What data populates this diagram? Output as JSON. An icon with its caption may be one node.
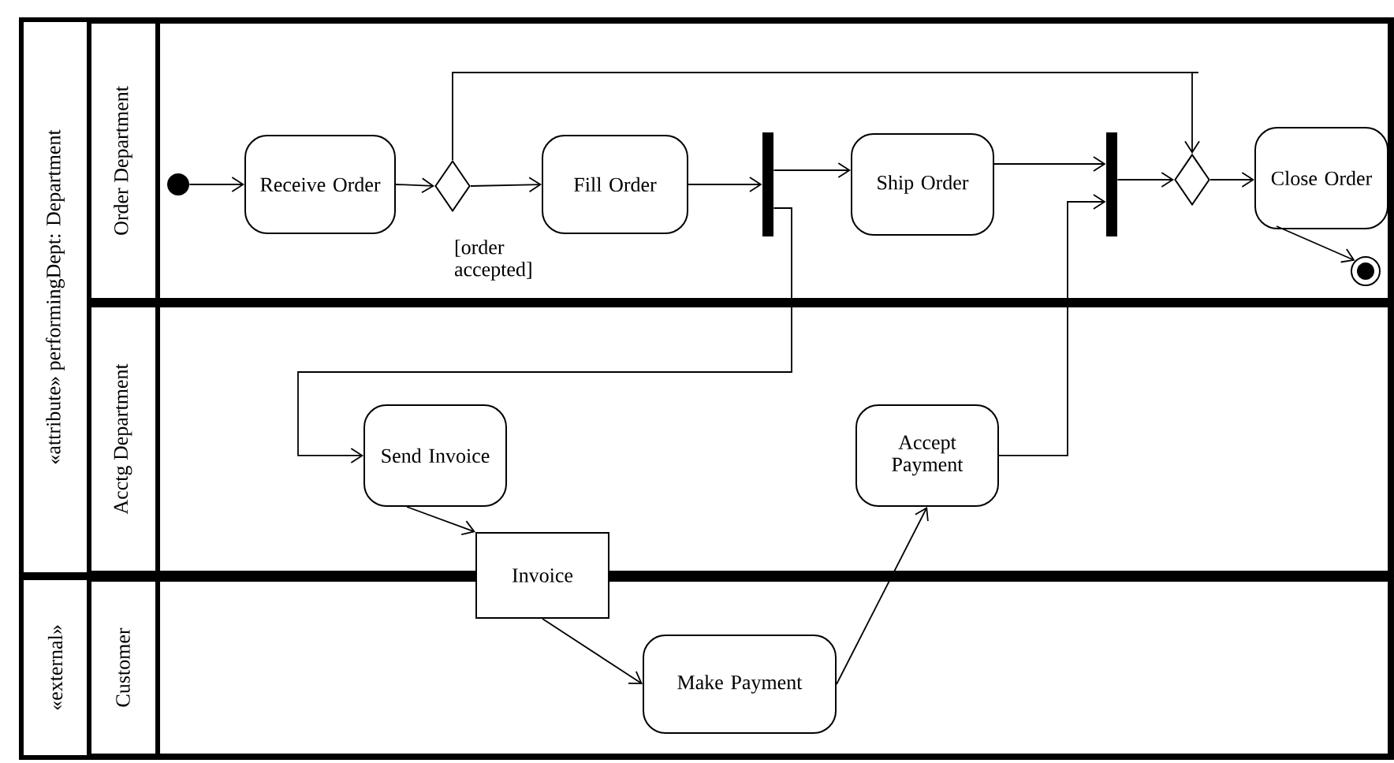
{
  "diagram": {
    "nodes": [
      {
        "text": [
          "«attribute» performingDept: Department"
        ]
      },
      {
        "text": [
          "Order Department"
        ],
        "in": 0
      },
      {
        "text": [
          "Acctg Department"
        ],
        "in": 0
      },
      {
        "text": [
          "«external»"
        ]
      },
      {
        "text": [
          "Customer"
        ],
        "in": 3
      },
      {
        "text": [],
        "shape": "circle",
        "in": 1
      },
      {
        "text": [
          "Receive Order"
        ],
        "in": 1
      },
      {
        "text": [],
        "shape": "diamond",
        "in": 1
      },
      {
        "text": [
          "Fill Order"
        ],
        "in": 1
      },
      {
        "text": [],
        "shape": "bar",
        "in": 1
      },
      {
        "text": [
          "Ship Order"
        ],
        "in": 1
      },
      {
        "text": [],
        "shape": "bar",
        "in": 1
      },
      {
        "text": [],
        "shape": "diamond",
        "in": 1
      },
      {
        "text": [
          "Close Order"
        ],
        "in": 1
      },
      {
        "text": [],
        "shape": "bullseye",
        "in": 1
      },
      {
        "text": [
          "Send Invoice"
        ],
        "in": 2
      },
      {
        "text": [
          "Accept Payment"
        ],
        "in": 2
      },
      {
        "text": [
          "Invoice"
        ]
      },
      {
        "text": [
          "Make Payment"
        ],
        "in": 4
      }
    ],
    "edges": [
      {
        "from": 5,
        "to": 6,
        "arrow": "to"
      },
      {
        "from": 6,
        "to": 7,
        "arrow": "to"
      },
      {
        "from": 7,
        "to": 8,
        "arrow": "to",
        "label": "[order accepted]"
      },
      {
        "from": 7,
        "to": 12,
        "arrow": "to"
      },
      {
        "from": 8,
        "to": 9,
        "arrow": "to"
      },
      {
        "from": 9,
        "to": 10,
        "arrow": "to"
      },
      {
        "from": 9,
        "to": 15,
        "arrow": "to"
      },
      {
        "from": 10,
        "to": 11,
        "arrow": "to"
      },
      {
        "from": 16,
        "to": 11,
        "arrow": "to"
      },
      {
        "from": 11,
        "to": 12,
        "arrow": "to"
      },
      {
        "from": 12,
        "to": 13,
        "arrow": "to"
      },
      {
        "from": 13,
        "to": 14,
        "arrow": "to"
      },
      {
        "from": 15,
        "to": 17,
        "arrow": "to"
      },
      {
        "from": 17,
        "to": 18,
        "arrow": "to"
      },
      {
        "from": 18,
        "to": 16,
        "arrow": "to"
      }
    ]
  }
}
